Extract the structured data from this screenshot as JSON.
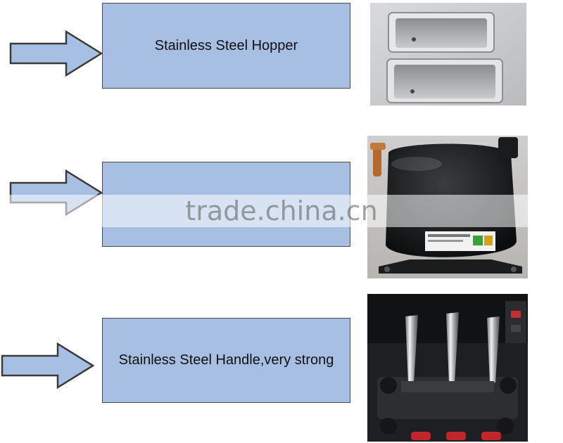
{
  "rows": [
    {
      "label": "Stainless Steel Hopper",
      "photo_icon": "hopper-photo"
    },
    {
      "label": "",
      "photo_icon": "compressor-photo"
    },
    {
      "label": "Stainless Steel Handle,very strong",
      "photo_icon": "handle-photo"
    }
  ],
  "watermark": {
    "text": "trade.china.cn"
  },
  "colors": {
    "box_fill": "#a6bfe2",
    "box_border": "#4b4b4b",
    "arrow_fill": "#a6bfe2",
    "arrow_stroke": "#3a3a3a"
  }
}
